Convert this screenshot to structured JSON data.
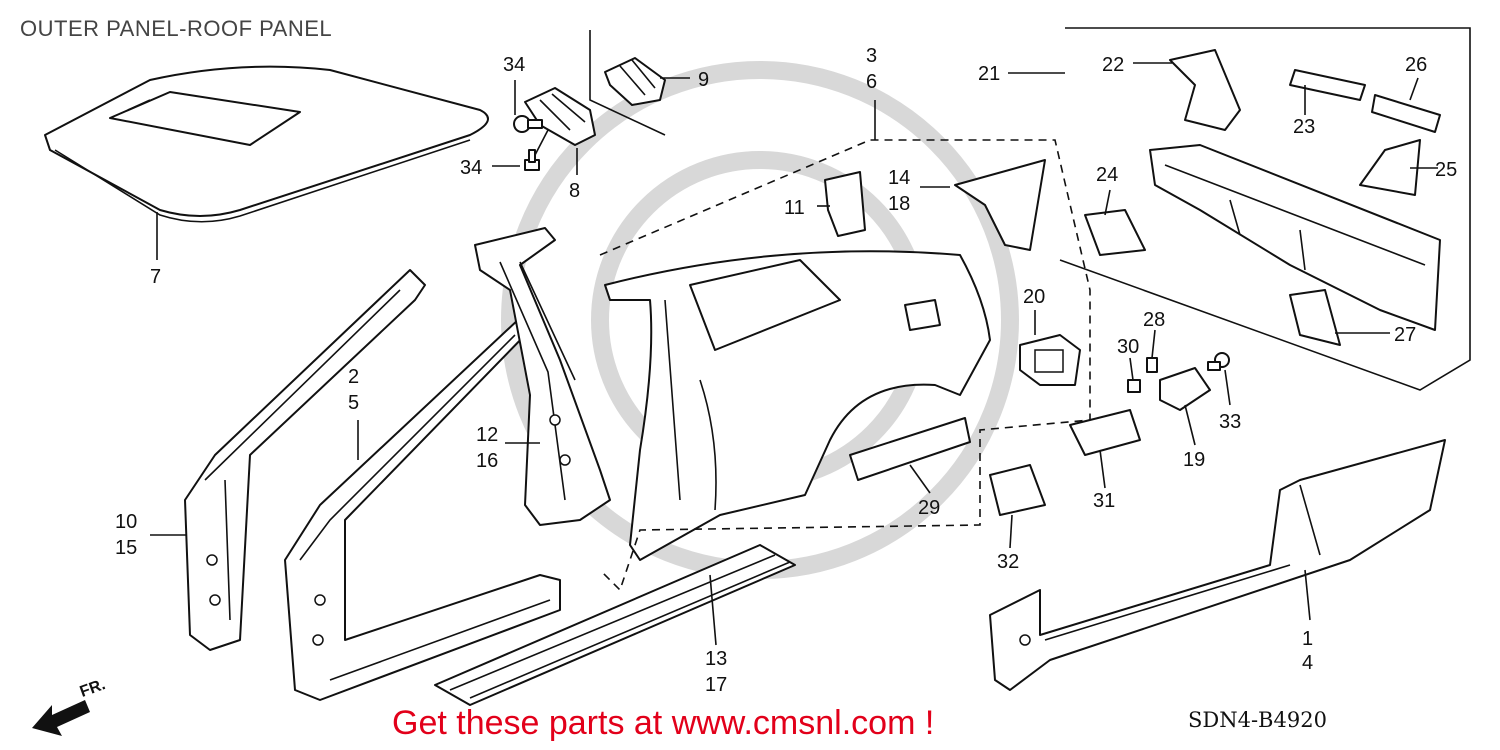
{
  "header": {
    "title": "OUTER PANEL-ROOF PANEL"
  },
  "footer": {
    "promo": "Get these parts at www.cmsnl.com !",
    "diagram_code": "SDN4-B4920"
  },
  "direction_marker": {
    "label": "FR.",
    "icon": "arrow-front-icon"
  },
  "callouts": [
    {
      "id": "c1",
      "lines": [
        "1",
        "4"
      ]
    },
    {
      "id": "c2",
      "lines": [
        "2",
        "5"
      ]
    },
    {
      "id": "c3",
      "lines": [
        "3",
        "6"
      ]
    },
    {
      "id": "c7",
      "lines": [
        "7"
      ]
    },
    {
      "id": "c8",
      "lines": [
        "8"
      ]
    },
    {
      "id": "c9",
      "lines": [
        "9"
      ]
    },
    {
      "id": "c10",
      "lines": [
        "10",
        "15"
      ]
    },
    {
      "id": "c11",
      "lines": [
        "11"
      ]
    },
    {
      "id": "c12",
      "lines": [
        "12",
        "16"
      ]
    },
    {
      "id": "c13",
      "lines": [
        "13",
        "17"
      ]
    },
    {
      "id": "c14",
      "lines": [
        "14",
        "18"
      ]
    },
    {
      "id": "c19",
      "lines": [
        "19"
      ]
    },
    {
      "id": "c20",
      "lines": [
        "20"
      ]
    },
    {
      "id": "c21",
      "lines": [
        "21"
      ]
    },
    {
      "id": "c22",
      "lines": [
        "22"
      ]
    },
    {
      "id": "c23",
      "lines": [
        "23"
      ]
    },
    {
      "id": "c24",
      "lines": [
        "24"
      ]
    },
    {
      "id": "c25",
      "lines": [
        "25"
      ]
    },
    {
      "id": "c26",
      "lines": [
        "26"
      ]
    },
    {
      "id": "c27",
      "lines": [
        "27"
      ]
    },
    {
      "id": "c28",
      "lines": [
        "28"
      ]
    },
    {
      "id": "c29",
      "lines": [
        "29"
      ]
    },
    {
      "id": "c30",
      "lines": [
        "30"
      ]
    },
    {
      "id": "c31",
      "lines": [
        "31"
      ]
    },
    {
      "id": "c32",
      "lines": [
        "32"
      ]
    },
    {
      "id": "c33",
      "lines": [
        "33"
      ]
    },
    {
      "id": "c34a",
      "lines": [
        "34"
      ]
    },
    {
      "id": "c34b",
      "lines": [
        "34"
      ]
    }
  ]
}
